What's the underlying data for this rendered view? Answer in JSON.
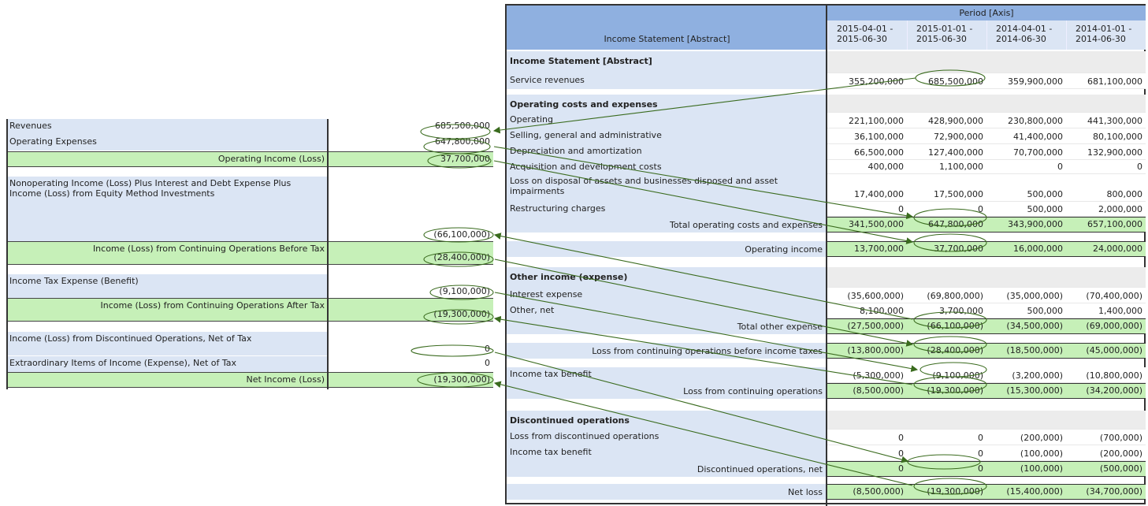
{
  "left": {
    "rows": [
      {
        "label": "Revenues",
        "value": "685,500,000",
        "type": "normal"
      },
      {
        "label": "Operating Expenses",
        "value": "647,800,000",
        "type": "normal"
      },
      {
        "label": "Operating Income (Loss)",
        "value": "37,700,000",
        "type": "total"
      },
      {
        "label": "Nonoperating Income (Loss) Plus Interest and Debt Expense Plus Income (Loss) from Equity Method Investments",
        "value": "(66,100,000)",
        "type": "normal"
      },
      {
        "label": "Income (Loss) from Continuing Operations Before Tax",
        "value": "(28,400,000)",
        "type": "total"
      },
      {
        "label": "Income Tax Expense (Benefit)",
        "value": "(9,100,000)",
        "type": "normal"
      },
      {
        "label": "Income (Loss) from Continuing Operations After Tax",
        "value": "(19,300,000)",
        "type": "total"
      },
      {
        "label": "Income (Loss) from Discontinued Operations, Net of Tax",
        "value": "0",
        "type": "normal"
      },
      {
        "label": "Extraordinary Items of Income (Expense), Net of Tax",
        "value": "0",
        "type": "normal"
      },
      {
        "label": "Net Income (Loss)",
        "value": "(19,300,000)",
        "type": "total"
      }
    ]
  },
  "right": {
    "header_label": "Income Statement [Abstract]",
    "axis_label": "Period [Axis]",
    "columns": [
      "2015-04-01 - 2015-06-30",
      "2015-01-01 - 2015-06-30",
      "2014-04-01 - 2014-06-30",
      "2014-01-01 - 2014-06-30"
    ],
    "rows": [
      {
        "label": "Income Statement [Abstract]",
        "type": "header",
        "values": [
          "",
          "",
          "",
          ""
        ]
      },
      {
        "label": "Service revenues",
        "type": "normal",
        "values": [
          "355,200,000",
          "685,500,000",
          "359,900,000",
          "681,100,000"
        ]
      },
      {
        "label": "Operating costs and expenses",
        "type": "header",
        "values": [
          "",
          "",
          "",
          ""
        ]
      },
      {
        "label": "Operating",
        "type": "normal",
        "values": [
          "221,100,000",
          "428,900,000",
          "230,800,000",
          "441,300,000"
        ]
      },
      {
        "label": "Selling, general and administrative",
        "type": "normal",
        "values": [
          "36,100,000",
          "72,900,000",
          "41,400,000",
          "80,100,000"
        ]
      },
      {
        "label": "Depreciation and amortization",
        "type": "normal",
        "values": [
          "66,500,000",
          "127,400,000",
          "70,700,000",
          "132,900,000"
        ]
      },
      {
        "label": "Acquisition and development costs",
        "type": "normal",
        "values": [
          "400,000",
          "1,100,000",
          "0",
          "0"
        ]
      },
      {
        "label": "Loss on disposal of assets and businesses disposed and asset impairments",
        "type": "normal",
        "values": [
          "17,400,000",
          "17,500,000",
          "500,000",
          "800,000"
        ]
      },
      {
        "label": "Restructuring charges",
        "type": "normal",
        "values": [
          "0",
          "0",
          "500,000",
          "2,000,000"
        ]
      },
      {
        "label": "Total operating costs and expenses",
        "type": "total",
        "values": [
          "341,500,000",
          "647,800,000",
          "343,900,000",
          "657,100,000"
        ]
      },
      {
        "label": "Operating income",
        "type": "total",
        "values": [
          "13,700,000",
          "37,700,000",
          "16,000,000",
          "24,000,000"
        ]
      },
      {
        "label": "Other income (expense)",
        "type": "header",
        "values": [
          "",
          "",
          "",
          ""
        ]
      },
      {
        "label": "Interest expense",
        "type": "normal",
        "values": [
          "(35,600,000)",
          "(69,800,000)",
          "(35,000,000)",
          "(70,400,000)"
        ]
      },
      {
        "label": "Other, net",
        "type": "normal",
        "values": [
          "8,100,000",
          "3,700,000",
          "500,000",
          "1,400,000"
        ]
      },
      {
        "label": "Total other expense",
        "type": "total",
        "values": [
          "(27,500,000)",
          "(66,100,000)",
          "(34,500,000)",
          "(69,000,000)"
        ]
      },
      {
        "label": "Loss from continuing operations before income taxes",
        "type": "total",
        "values": [
          "(13,800,000)",
          "(28,400,000)",
          "(18,500,000)",
          "(45,000,000)"
        ]
      },
      {
        "label": "Income tax benefit",
        "type": "normal",
        "values": [
          "(5,300,000)",
          "(9,100,000)",
          "(3,200,000)",
          "(10,800,000)"
        ]
      },
      {
        "label": "Loss from continuing operations",
        "type": "total",
        "values": [
          "(8,500,000)",
          "(19,300,000)",
          "(15,300,000)",
          "(34,200,000)"
        ]
      },
      {
        "label": "Discontinued operations",
        "type": "header",
        "values": [
          "",
          "",
          "",
          ""
        ]
      },
      {
        "label": "Loss from discontinued operations",
        "type": "normal",
        "values": [
          "0",
          "0",
          "(200,000)",
          "(700,000)"
        ]
      },
      {
        "label": "Income tax benefit",
        "type": "normal",
        "values": [
          "0",
          "0",
          "(100,000)",
          "(200,000)"
        ]
      },
      {
        "label": "Discontinued operations, net",
        "type": "total",
        "values": [
          "0",
          "0",
          "(100,000)",
          "(500,000)"
        ]
      },
      {
        "label": "Net loss",
        "type": "total",
        "values": [
          "(8,500,000)",
          "(19,300,000)",
          "(15,400,000)",
          "(34,700,000)"
        ]
      }
    ]
  },
  "colors": {
    "label_bg": "#dbe5f4",
    "header_bg": "#8fb0e0",
    "total_bg": "#c6f0b8",
    "annotation": "#3a6b1e"
  }
}
